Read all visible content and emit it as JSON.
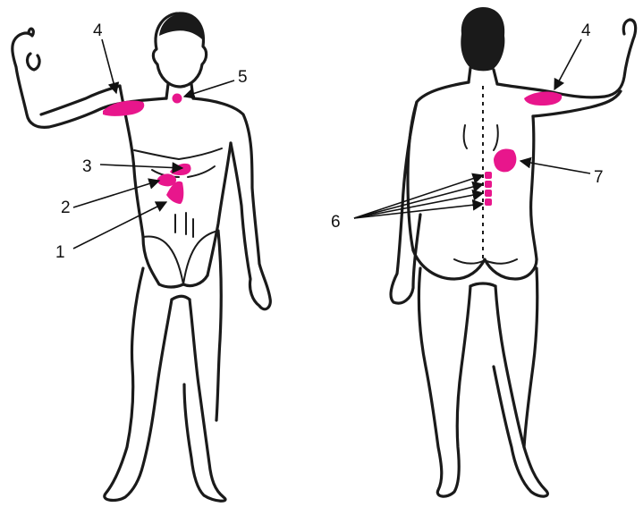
{
  "figure": {
    "front_view": {
      "labels": [
        {
          "id": "label-1",
          "text": "1"
        },
        {
          "id": "label-2",
          "text": "2"
        },
        {
          "id": "label-3",
          "text": "3"
        },
        {
          "id": "label-4",
          "text": "4"
        },
        {
          "id": "label-5",
          "text": "5"
        }
      ]
    },
    "back_view": {
      "labels": [
        {
          "id": "label-4",
          "text": "4"
        },
        {
          "id": "label-6",
          "text": "6"
        },
        {
          "id": "label-7",
          "text": "7"
        }
      ]
    },
    "colors": {
      "zone": "#e8168c",
      "outline": "#1a1a1a"
    }
  }
}
